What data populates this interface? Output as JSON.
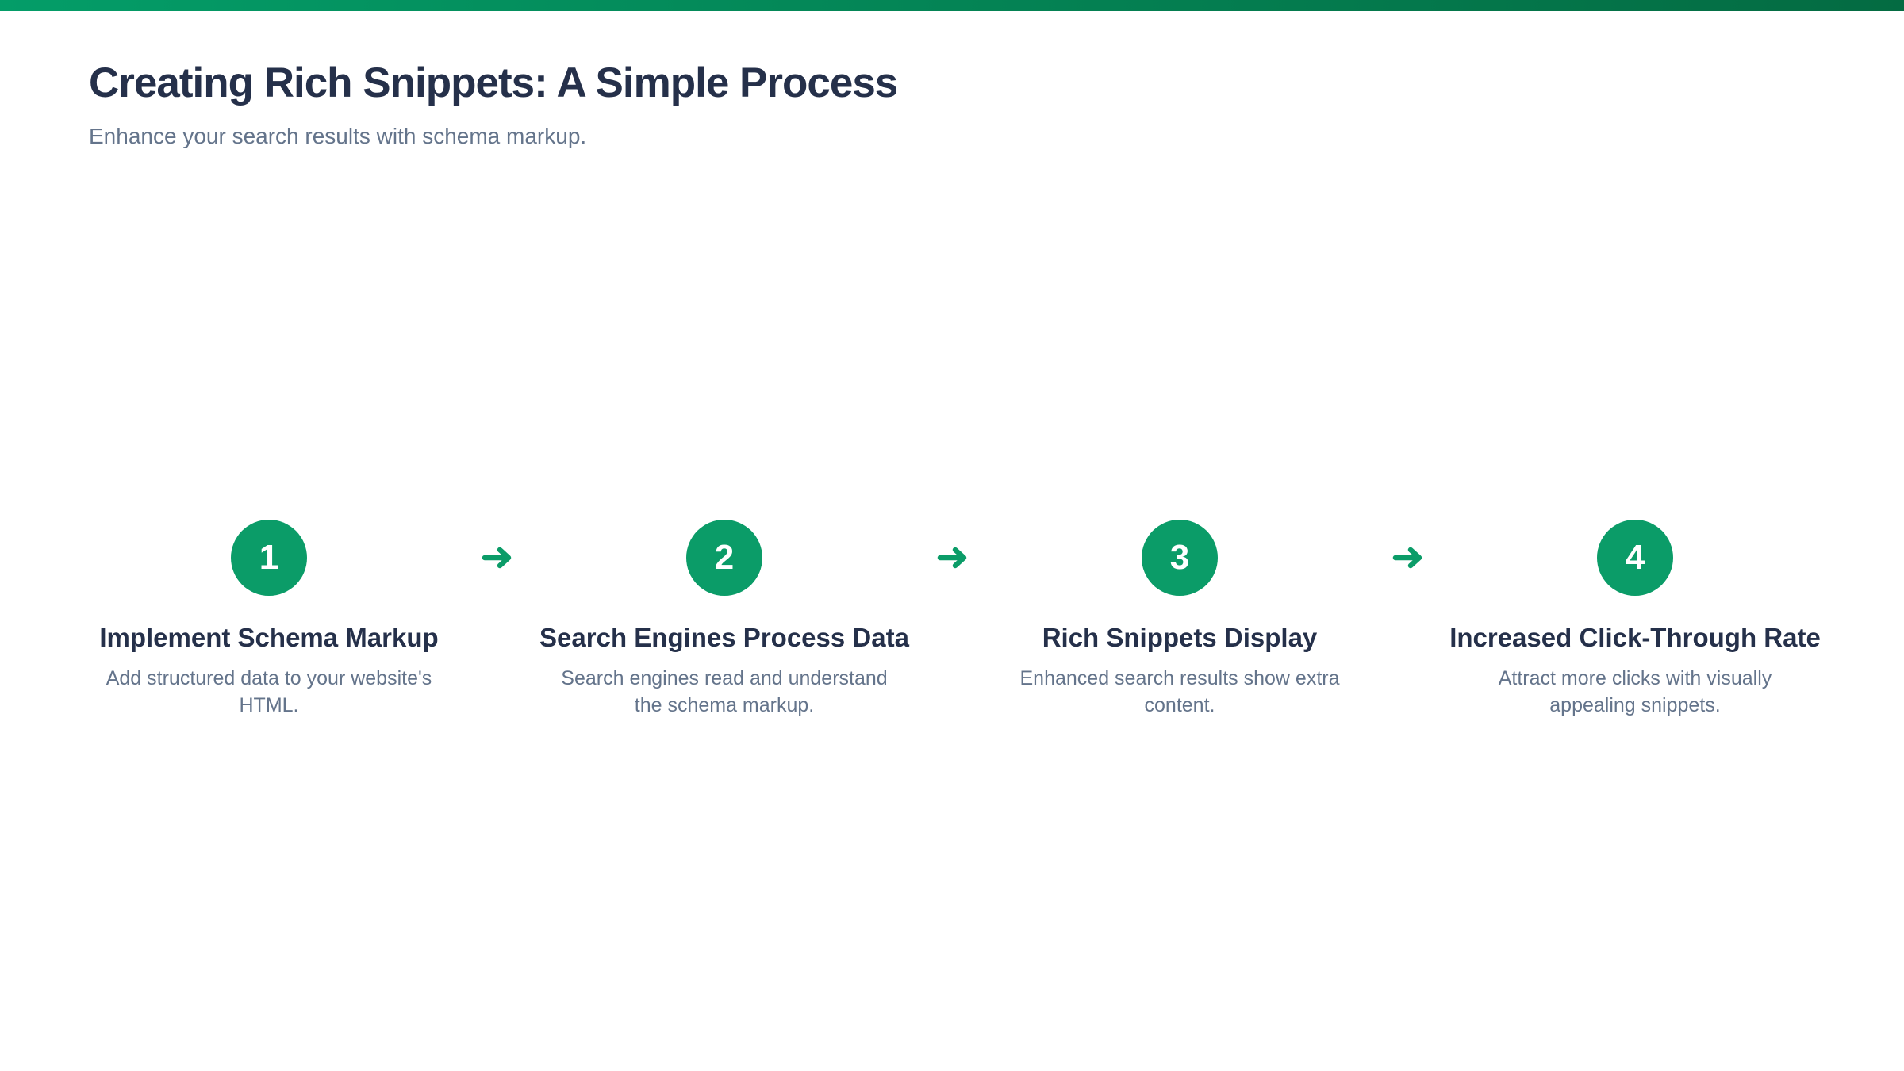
{
  "page": {
    "title": "Creating Rich Snippets: A Simple Process",
    "subtitle": "Enhance your search results with schema markup."
  },
  "theme": {
    "accent_green": "#0B9C68",
    "topbar_gradient_start": "#049D68",
    "topbar_gradient_end": "#046B42",
    "heading_color": "#25304A",
    "muted_text_color": "#64748B",
    "background": "#FFFFFF",
    "step_number_text_color": "#FFFFFF"
  },
  "icons": {
    "step_connector": "arrow-right"
  },
  "process": {
    "steps": [
      {
        "number": "1",
        "title": "Implement Schema Markup",
        "description": "Add structured data to your website's HTML."
      },
      {
        "number": "2",
        "title": "Search Engines Process Data",
        "description": "Search engines read and understand the schema markup."
      },
      {
        "number": "3",
        "title": "Rich Snippets Display",
        "description": "Enhanced search results show extra content."
      },
      {
        "number": "4",
        "title": "Increased Click-Through Rate",
        "description": "Attract more clicks with visually appealing snippets."
      }
    ]
  }
}
